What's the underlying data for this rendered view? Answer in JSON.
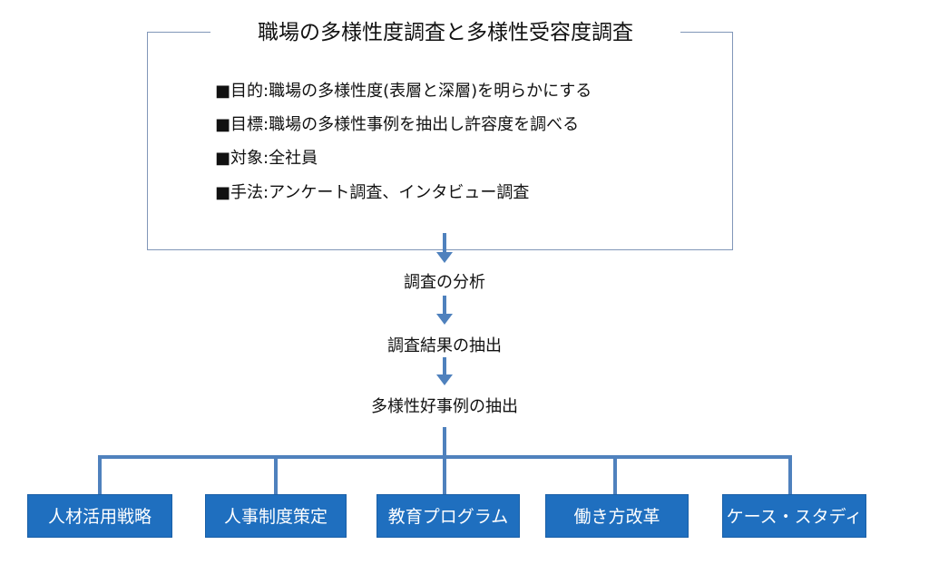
{
  "title": "職場の多様性度調査と多様性受容度調査",
  "bullets": [
    "■目的:職場の多様性度(表層と深層)を明らかにする",
    "■目標:職場の多様性事例を抽出し許容度を調べる",
    "■対象:全社員",
    "■手法:アンケート調査、インタビュー調査"
  ],
  "steps": [
    "調査の分析",
    "調査結果の抽出",
    "多様性好事例の抽出"
  ],
  "outcomes": [
    "人材活用戦略",
    "人事制度策定",
    "教育プログラム",
    "働き方改革",
    "ケース・スタディ"
  ],
  "colors": {
    "line": "#4f81bd",
    "box": "#1f6fbf"
  }
}
